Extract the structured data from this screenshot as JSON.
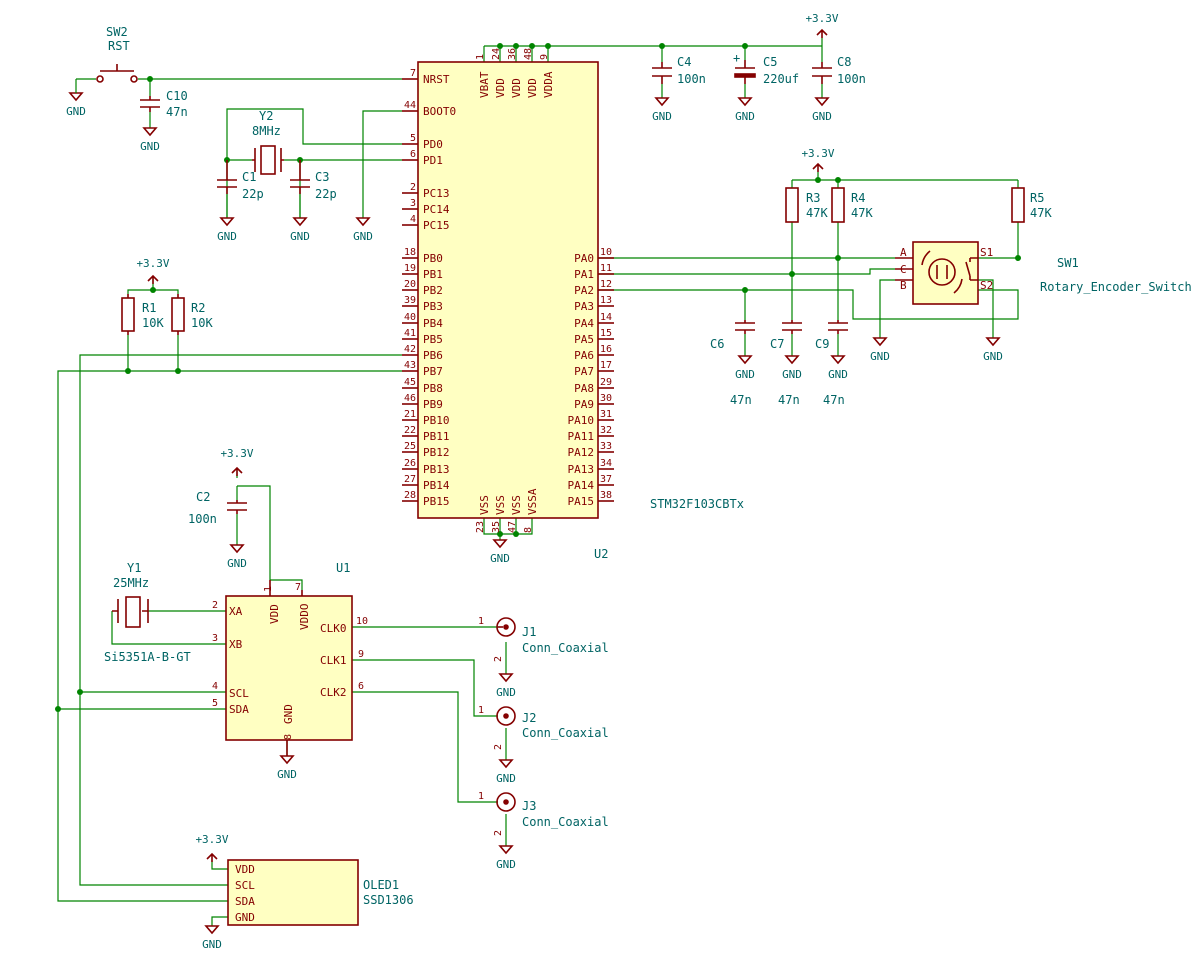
{
  "mcu": {
    "ref": "U2",
    "value": "STM32F103CBTx",
    "left_pins": [
      {
        "num": "7",
        "name": "NRST"
      },
      {
        "num": "44",
        "name": "BOOT0"
      },
      {
        "num": "5",
        "name": "PD0"
      },
      {
        "num": "6",
        "name": "PD1"
      },
      {
        "num": "2",
        "name": "PC13"
      },
      {
        "num": "3",
        "name": "PC14"
      },
      {
        "num": "4",
        "name": "PC15"
      },
      {
        "num": "18",
        "name": "PB0"
      },
      {
        "num": "19",
        "name": "PB1"
      },
      {
        "num": "20",
        "name": "PB2"
      },
      {
        "num": "39",
        "name": "PB3"
      },
      {
        "num": "40",
        "name": "PB4"
      },
      {
        "num": "41",
        "name": "PB5"
      },
      {
        "num": "42",
        "name": "PB6"
      },
      {
        "num": "43",
        "name": "PB7"
      },
      {
        "num": "45",
        "name": "PB8"
      },
      {
        "num": "46",
        "name": "PB9"
      },
      {
        "num": "21",
        "name": "PB10"
      },
      {
        "num": "22",
        "name": "PB11"
      },
      {
        "num": "25",
        "name": "PB12"
      },
      {
        "num": "26",
        "name": "PB13"
      },
      {
        "num": "27",
        "name": "PB14"
      },
      {
        "num": "28",
        "name": "PB15"
      }
    ],
    "right_pins": [
      {
        "num": "10",
        "name": "PA0"
      },
      {
        "num": "11",
        "name": "PA1"
      },
      {
        "num": "12",
        "name": "PA2"
      },
      {
        "num": "13",
        "name": "PA3"
      },
      {
        "num": "14",
        "name": "PA4"
      },
      {
        "num": "15",
        "name": "PA5"
      },
      {
        "num": "16",
        "name": "PA6"
      },
      {
        "num": "17",
        "name": "PA7"
      },
      {
        "num": "29",
        "name": "PA8"
      },
      {
        "num": "30",
        "name": "PA9"
      },
      {
        "num": "31",
        "name": "PA10"
      },
      {
        "num": "32",
        "name": "PA11"
      },
      {
        "num": "33",
        "name": "PA12"
      },
      {
        "num": "34",
        "name": "PA13"
      },
      {
        "num": "37",
        "name": "PA14"
      },
      {
        "num": "38",
        "name": "PA15"
      }
    ],
    "top_pins": [
      {
        "num": "1",
        "name": "VBAT"
      },
      {
        "num": "24",
        "name": "VDD"
      },
      {
        "num": "36",
        "name": "VDD"
      },
      {
        "num": "48",
        "name": "VDD"
      },
      {
        "num": "9",
        "name": "VDDA"
      }
    ],
    "bottom_pins": [
      {
        "num": "23",
        "name": "VSS"
      },
      {
        "num": "35",
        "name": "VSS"
      },
      {
        "num": "47",
        "name": "VSS"
      },
      {
        "num": "8",
        "name": "VSSA"
      }
    ]
  },
  "clockgen": {
    "ref": "U1",
    "value": "Si5351A-B-GT",
    "pins": {
      "xa": {
        "num": "2",
        "name": "XA"
      },
      "xb": {
        "num": "3",
        "name": "XB"
      },
      "scl": {
        "num": "4",
        "name": "SCL"
      },
      "sda": {
        "num": "5",
        "name": "SDA"
      },
      "vdd": {
        "num": "1",
        "name": "VDD"
      },
      "vddo": {
        "num": "7",
        "name": "VDDO"
      },
      "gnd": {
        "num": "8",
        "name": "GND"
      },
      "clk0": {
        "num": "10",
        "name": "CLK0"
      },
      "clk1": {
        "num": "9",
        "name": "CLK1"
      },
      "clk2": {
        "num": "6",
        "name": "CLK2"
      }
    }
  },
  "oled": {
    "ref": "OLED1",
    "value": "SSD1306",
    "pins": [
      "VDD",
      "SCL",
      "SDA",
      "GND"
    ]
  },
  "encoder": {
    "ref": "SW1",
    "value": "Rotary_Encoder_Switch",
    "pins": {
      "a": "A",
      "c": "C",
      "b": "B",
      "s1": "S1",
      "s2": "S2"
    }
  },
  "switch_rst": {
    "ref": "SW2",
    "value": "RST"
  },
  "crystal_y2": {
    "ref": "Y2",
    "value": "8MHz"
  },
  "crystal_y1": {
    "ref": "Y1",
    "value": "25MHz"
  },
  "caps": {
    "c1": {
      "ref": "C1",
      "value": "22p"
    },
    "c2": {
      "ref": "C2",
      "value": "100n"
    },
    "c3": {
      "ref": "C3",
      "value": "22p"
    },
    "c4": {
      "ref": "C4",
      "value": "100n"
    },
    "c5": {
      "ref": "C5",
      "value": "220uf",
      "polarity": "+"
    },
    "c6": {
      "ref": "C6",
      "value": "47n"
    },
    "c7": {
      "ref": "C7",
      "value": "47n"
    },
    "c8": {
      "ref": "C8",
      "value": "100n"
    },
    "c9": {
      "ref": "C9",
      "value": "47n"
    },
    "c10": {
      "ref": "C10",
      "value": "47n"
    }
  },
  "resistors": {
    "r1": {
      "ref": "R1",
      "value": "10K"
    },
    "r2": {
      "ref": "R2",
      "value": "10K"
    },
    "r3": {
      "ref": "R3",
      "value": "47K"
    },
    "r4": {
      "ref": "R4",
      "value": "47K"
    },
    "r5": {
      "ref": "R5",
      "value": "47K"
    }
  },
  "connectors": {
    "j1": {
      "ref": "J1",
      "value": "Conn_Coaxial"
    },
    "j2": {
      "ref": "J2",
      "value": "Conn_Coaxial"
    },
    "j3": {
      "ref": "J3",
      "value": "Conn_Coaxial"
    },
    "pin1": "1",
    "pin2": "2"
  },
  "power": {
    "vcc": "+3.3V",
    "gnd": "GND"
  }
}
